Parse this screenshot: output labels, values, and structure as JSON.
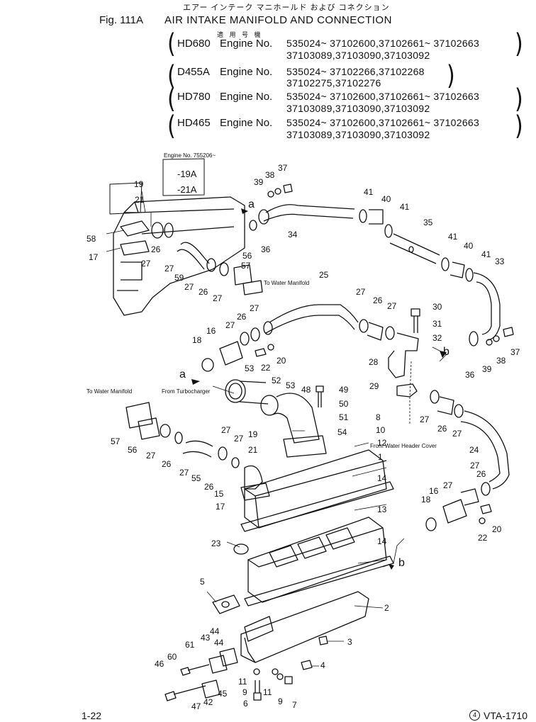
{
  "header": {
    "japanese_title": "エアー インテーク マニホールド および コネクション",
    "figure_number": "Fig. 111A",
    "title": "AIR INTAKE MANIFOLD AND CONNECTION",
    "applicability_label": "適 用 号 機"
  },
  "engines": [
    {
      "model": "HD680",
      "label": "Engine No.",
      "line1": "535024~ 37102600,37102661~ 37102663",
      "line2": "37103089,37103090,37103092"
    },
    {
      "model": "D455A",
      "label": "Engine No.",
      "line1": "535024~ 37102266,37102268",
      "line2": "37102275,37102276"
    },
    {
      "model": "HD780",
      "label": "Engine No.",
      "line1": "535024~ 37102600,37102661~ 37102663",
      "line2": "37103089,37103090,37103092"
    },
    {
      "model": "HD465",
      "label": "Engine No.",
      "line1": "535024~ 37102600,37102661~ 37102663",
      "line2": "37103089,37103090,37103092"
    }
  ],
  "annotations": {
    "engine_no_note": "Engine No. 755206~",
    "part_19a": "-19A",
    "part_21a": "-21A",
    "to_water_manifold_1": "To Water Manifold",
    "to_water_manifold_2": "To Water Manifold",
    "from_turbocharger": "From Turbocharger",
    "from_water_header": "From Water Header Cover",
    "marker_a": "a",
    "marker_b": "b"
  },
  "callouts": [
    "1",
    "2",
    "3",
    "4",
    "5",
    "6",
    "7",
    "8",
    "9",
    "10",
    "11",
    "12",
    "13",
    "14",
    "15",
    "16",
    "17",
    "18",
    "19",
    "20",
    "21",
    "22",
    "23",
    "24",
    "25",
    "26",
    "27",
    "28",
    "29",
    "30",
    "31",
    "32",
    "33",
    "34",
    "35",
    "36",
    "37",
    "38",
    "39",
    "40",
    "41",
    "42",
    "43",
    "44",
    "45",
    "46",
    "47",
    "48",
    "49",
    "50",
    "51",
    "52",
    "53",
    "54",
    "55",
    "56",
    "57",
    "58",
    "59",
    "60",
    "61"
  ],
  "footer": {
    "page": "1-22",
    "code": "VTA-1710",
    "circle_mark": "4"
  }
}
